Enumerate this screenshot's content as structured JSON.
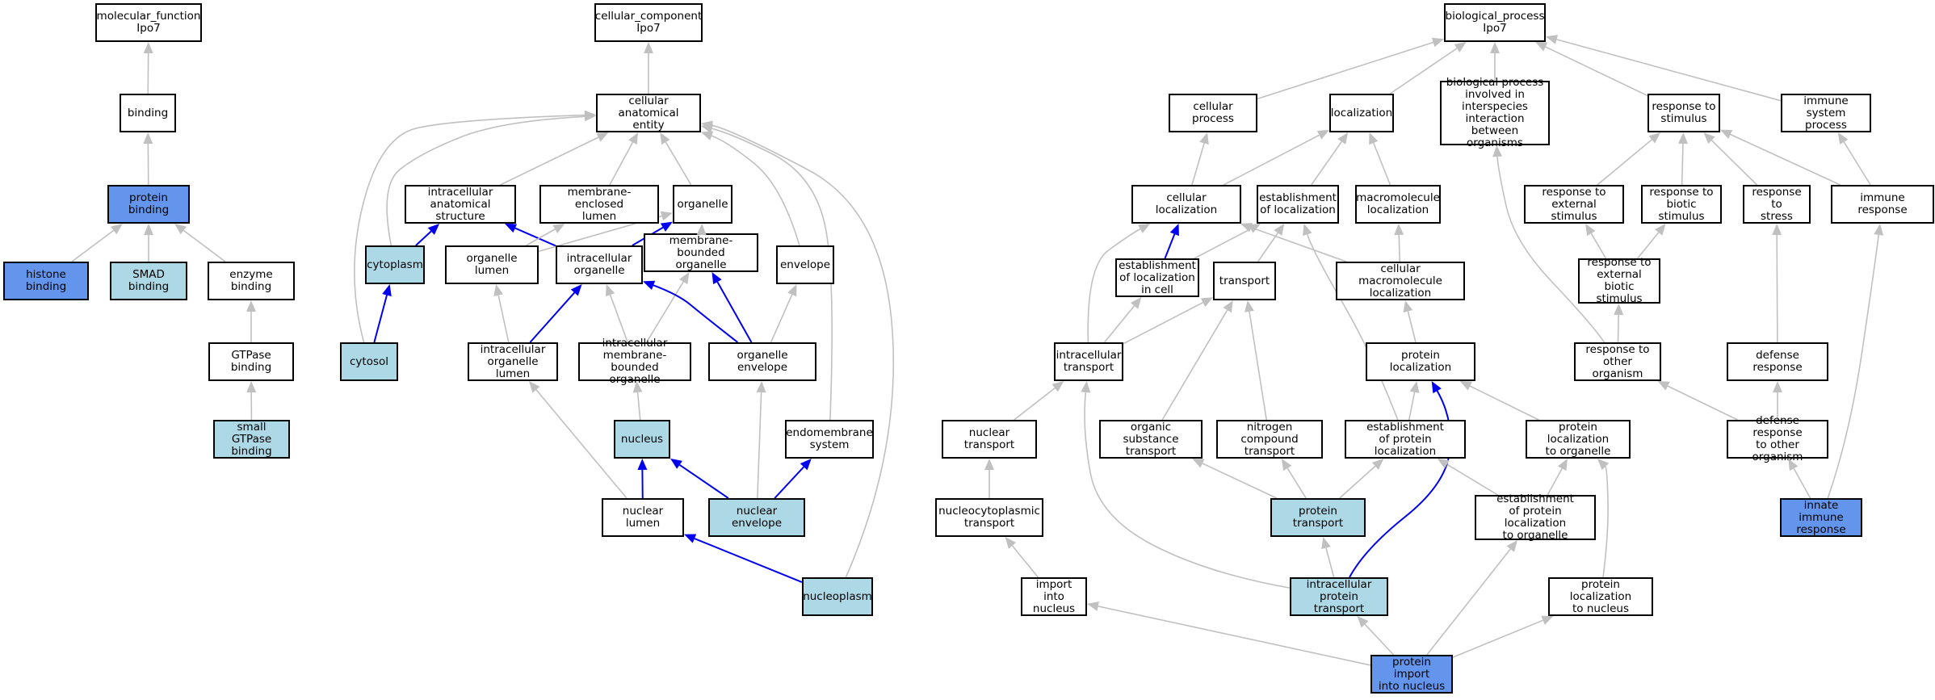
{
  "colors": {
    "edge_gray": "#c0c0c0",
    "edge_blue": "#0000ee",
    "highlight_light": "#add8e6",
    "highlight_dark": "#6495ed",
    "node_border": "#000000",
    "node_fill": "#ffffff"
  },
  "nodes": [
    {
      "id": "mf",
      "label": "molecular_function\nIpo7",
      "style": "plain"
    },
    {
      "id": "binding",
      "label": "binding",
      "style": "plain"
    },
    {
      "id": "protein_binding",
      "label": "protein binding",
      "style": "dark"
    },
    {
      "id": "histone_binding",
      "label": "histone binding",
      "style": "dark"
    },
    {
      "id": "smad_binding",
      "label": "SMAD binding",
      "style": "light"
    },
    {
      "id": "enzyme_binding",
      "label": "enzyme binding",
      "style": "plain"
    },
    {
      "id": "gtpase_binding",
      "label": "GTPase binding",
      "style": "plain"
    },
    {
      "id": "small_gtpase_binding",
      "label": "small GTPase\nbinding",
      "style": "light"
    },
    {
      "id": "cc",
      "label": "cellular_component\nIpo7",
      "style": "plain"
    },
    {
      "id": "cae",
      "label": "cellular anatomical\nentity",
      "style": "plain"
    },
    {
      "id": "ias",
      "label": "intracellular\nanatomical structure",
      "style": "plain"
    },
    {
      "id": "mel",
      "label": "membrane-enclosed\nlumen",
      "style": "plain"
    },
    {
      "id": "organelle",
      "label": "organelle",
      "style": "plain"
    },
    {
      "id": "cytoplasm",
      "label": "cytoplasm",
      "style": "light"
    },
    {
      "id": "organelle_lumen",
      "label": "organelle lumen",
      "style": "plain"
    },
    {
      "id": "io",
      "label": "intracellular\norganelle",
      "style": "plain"
    },
    {
      "id": "mbo",
      "label": "membrane-bounded\norganelle",
      "style": "plain"
    },
    {
      "id": "envelope",
      "label": "envelope",
      "style": "plain"
    },
    {
      "id": "cytosol",
      "label": "cytosol",
      "style": "light"
    },
    {
      "id": "iol",
      "label": "intracellular\norganelle lumen",
      "style": "plain"
    },
    {
      "id": "imbo",
      "label": "intracellular\nmembrane-bounded\norganelle",
      "style": "plain"
    },
    {
      "id": "oe",
      "label": "organelle envelope",
      "style": "plain"
    },
    {
      "id": "nucleus",
      "label": "nucleus",
      "style": "light"
    },
    {
      "id": "ems",
      "label": "endomembrane\nsystem",
      "style": "plain"
    },
    {
      "id": "nuclear_lumen",
      "label": "nuclear lumen",
      "style": "plain"
    },
    {
      "id": "nuclear_envelope",
      "label": "nuclear envelope",
      "style": "light"
    },
    {
      "id": "nucleoplasm",
      "label": "nucleoplasm",
      "style": "light"
    },
    {
      "id": "bp",
      "label": "biological_process\nIpo7",
      "style": "plain"
    },
    {
      "id": "cellular_process",
      "label": "cellular process",
      "style": "plain"
    },
    {
      "id": "localization",
      "label": "localization",
      "style": "plain"
    },
    {
      "id": "bpii",
      "label": "biological process\ninvolved in\ninterspecies\ninteraction\nbetween organisms",
      "style": "plain"
    },
    {
      "id": "rts",
      "label": "response to\nstimulus",
      "style": "plain"
    },
    {
      "id": "isp",
      "label": "immune system\nprocess",
      "style": "plain"
    },
    {
      "id": "cell_loc",
      "label": "cellular localization",
      "style": "plain"
    },
    {
      "id": "eol",
      "label": "establishment\nof localization",
      "style": "plain"
    },
    {
      "id": "macro_loc",
      "label": "macromolecule\nlocalization",
      "style": "plain"
    },
    {
      "id": "rtes",
      "label": "response to\nexternal stimulus",
      "style": "plain"
    },
    {
      "id": "rtbs",
      "label": "response to\nbiotic stimulus",
      "style": "plain"
    },
    {
      "id": "rtstress",
      "label": "response to\nstress",
      "style": "plain"
    },
    {
      "id": "immune_response",
      "label": "immune response",
      "style": "plain"
    },
    {
      "id": "eolic",
      "label": "establishment\nof localization\nin cell",
      "style": "plain"
    },
    {
      "id": "transport",
      "label": "transport",
      "style": "plain"
    },
    {
      "id": "cml",
      "label": "cellular macromolecule\nlocalization",
      "style": "plain"
    },
    {
      "id": "rtebs",
      "label": "response to\nexternal biotic\nstimulus",
      "style": "plain"
    },
    {
      "id": "int_transport",
      "label": "intracellular\ntransport",
      "style": "plain"
    },
    {
      "id": "prot_loc",
      "label": "protein localization",
      "style": "plain"
    },
    {
      "id": "rtoo",
      "label": "response to\nother organism",
      "style": "plain"
    },
    {
      "id": "defense",
      "label": "defense response",
      "style": "plain"
    },
    {
      "id": "nuc_transport",
      "label": "nuclear transport",
      "style": "plain"
    },
    {
      "id": "ost",
      "label": "organic substance\ntransport",
      "style": "plain"
    },
    {
      "id": "nct",
      "label": "nitrogen compound\ntransport",
      "style": "plain"
    },
    {
      "id": "eopl",
      "label": "establishment\nof protein localization",
      "style": "plain"
    },
    {
      "id": "pl_org",
      "label": "protein localization\nto organelle",
      "style": "plain"
    },
    {
      "id": "drtoo",
      "label": "defense response\nto other organism",
      "style": "plain"
    },
    {
      "id": "ncp_transport",
      "label": "nucleocytoplasmic\ntransport",
      "style": "plain"
    },
    {
      "id": "prot_transport",
      "label": "protein transport",
      "style": "light"
    },
    {
      "id": "eopl_org",
      "label": "establishment\nof protein localization\nto organelle",
      "style": "plain"
    },
    {
      "id": "innate",
      "label": "innate immune\nresponse",
      "style": "dark"
    },
    {
      "id": "import_nuc",
      "label": "import into\nnucleus",
      "style": "plain"
    },
    {
      "id": "ipt",
      "label": "intracellular\nprotein transport",
      "style": "light"
    },
    {
      "id": "pl_nuc",
      "label": "protein localization\nto nucleus",
      "style": "plain"
    },
    {
      "id": "pin",
      "label": "protein import\ninto nucleus",
      "style": "dark"
    }
  ],
  "edges": [
    {
      "from": "binding",
      "to": "mf",
      "color": "gray"
    },
    {
      "from": "protein_binding",
      "to": "binding",
      "color": "gray"
    },
    {
      "from": "histone_binding",
      "to": "protein_binding",
      "color": "gray"
    },
    {
      "from": "smad_binding",
      "to": "protein_binding",
      "color": "gray"
    },
    {
      "from": "enzyme_binding",
      "to": "protein_binding",
      "color": "gray"
    },
    {
      "from": "gtpase_binding",
      "to": "enzyme_binding",
      "color": "gray"
    },
    {
      "from": "small_gtpase_binding",
      "to": "gtpase_binding",
      "color": "gray"
    },
    {
      "from": "cae",
      "to": "cc",
      "color": "gray"
    },
    {
      "from": "ias",
      "to": "cae",
      "color": "gray"
    },
    {
      "from": "mel",
      "to": "cae",
      "color": "gray"
    },
    {
      "from": "organelle",
      "to": "cae",
      "color": "gray"
    },
    {
      "from": "cytoplasm",
      "to": "cae",
      "color": "gray"
    },
    {
      "from": "envelope",
      "to": "cae",
      "color": "gray"
    },
    {
      "from": "cytosol",
      "to": "cae",
      "color": "gray"
    },
    {
      "from": "ems",
      "to": "cae",
      "color": "gray"
    },
    {
      "from": "nucleoplasm",
      "to": "cae",
      "color": "gray"
    },
    {
      "from": "cytoplasm",
      "to": "ias",
      "color": "blue"
    },
    {
      "from": "io",
      "to": "ias",
      "color": "blue"
    },
    {
      "from": "io",
      "to": "organelle",
      "color": "blue"
    },
    {
      "from": "cytosol",
      "to": "cytoplasm",
      "color": "blue"
    },
    {
      "from": "organelle_lumen",
      "to": "mel",
      "color": "gray"
    },
    {
      "from": "organelle_lumen",
      "to": "organelle",
      "color": "gray"
    },
    {
      "from": "mbo",
      "to": "organelle",
      "color": "gray"
    },
    {
      "from": "iol",
      "to": "organelle_lumen",
      "color": "gray"
    },
    {
      "from": "iol",
      "to": "io",
      "color": "blue"
    },
    {
      "from": "imbo",
      "to": "io",
      "color": "gray"
    },
    {
      "from": "imbo",
      "to": "mbo",
      "color": "gray"
    },
    {
      "from": "oe",
      "to": "io",
      "color": "blue"
    },
    {
      "from": "oe",
      "to": "mbo",
      "color": "blue"
    },
    {
      "from": "oe",
      "to": "envelope",
      "color": "gray"
    },
    {
      "from": "nucleus",
      "to": "imbo",
      "color": "gray"
    },
    {
      "from": "nuclear_lumen",
      "to": "nucleus",
      "color": "blue"
    },
    {
      "from": "nuclear_lumen",
      "to": "iol",
      "color": "gray"
    },
    {
      "from": "nuclear_envelope",
      "to": "nucleus",
      "color": "blue"
    },
    {
      "from": "nuclear_envelope",
      "to": "oe",
      "color": "gray"
    },
    {
      "from": "nuclear_envelope",
      "to": "ems",
      "color": "blue"
    },
    {
      "from": "nucleoplasm",
      "to": "nuclear_lumen",
      "color": "blue"
    },
    {
      "from": "cellular_process",
      "to": "bp",
      "color": "gray"
    },
    {
      "from": "localization",
      "to": "bp",
      "color": "gray"
    },
    {
      "from": "bpii",
      "to": "bp",
      "color": "gray"
    },
    {
      "from": "rts",
      "to": "bp",
      "color": "gray"
    },
    {
      "from": "isp",
      "to": "bp",
      "color": "gray"
    },
    {
      "from": "cell_loc",
      "to": "cellular_process",
      "color": "gray"
    },
    {
      "from": "cell_loc",
      "to": "localization",
      "color": "gray"
    },
    {
      "from": "eol",
      "to": "localization",
      "color": "gray"
    },
    {
      "from": "macro_loc",
      "to": "localization",
      "color": "gray"
    },
    {
      "from": "rtes",
      "to": "rts",
      "color": "gray"
    },
    {
      "from": "rtbs",
      "to": "rts",
      "color": "gray"
    },
    {
      "from": "rtstress",
      "to": "rts",
      "color": "gray"
    },
    {
      "from": "immune_response",
      "to": "rts",
      "color": "gray"
    },
    {
      "from": "immune_response",
      "to": "isp",
      "color": "gray"
    },
    {
      "from": "eolic",
      "to": "cell_loc",
      "color": "blue"
    },
    {
      "from": "eolic",
      "to": "eol",
      "color": "gray"
    },
    {
      "from": "transport",
      "to": "eol",
      "color": "gray"
    },
    {
      "from": "cml",
      "to": "cell_loc",
      "color": "gray"
    },
    {
      "from": "cml",
      "to": "macro_loc",
      "color": "gray"
    },
    {
      "from": "rtebs",
      "to": "rtes",
      "color": "gray"
    },
    {
      "from": "rtebs",
      "to": "rtbs",
      "color": "gray"
    },
    {
      "from": "int_transport",
      "to": "cell_loc",
      "color": "gray"
    },
    {
      "from": "int_transport",
      "to": "eolic",
      "color": "gray"
    },
    {
      "from": "int_transport",
      "to": "transport",
      "color": "gray"
    },
    {
      "from": "prot_loc",
      "to": "cml",
      "color": "gray"
    },
    {
      "from": "rtoo",
      "to": "rtebs",
      "color": "gray"
    },
    {
      "from": "rtoo",
      "to": "bpii",
      "color": "gray"
    },
    {
      "from": "defense",
      "to": "rtstress",
      "color": "gray"
    },
    {
      "from": "nuc_transport",
      "to": "int_transport",
      "color": "gray"
    },
    {
      "from": "ost",
      "to": "transport",
      "color": "gray"
    },
    {
      "from": "nct",
      "to": "transport",
      "color": "gray"
    },
    {
      "from": "eopl",
      "to": "prot_loc",
      "color": "gray"
    },
    {
      "from": "eopl",
      "to": "eol",
      "color": "gray"
    },
    {
      "from": "pl_org",
      "to": "prot_loc",
      "color": "gray"
    },
    {
      "from": "drtoo",
      "to": "rtoo",
      "color": "gray"
    },
    {
      "from": "drtoo",
      "to": "defense",
      "color": "gray"
    },
    {
      "from": "ncp_transport",
      "to": "nuc_transport",
      "color": "gray"
    },
    {
      "from": "prot_transport",
      "to": "ost",
      "color": "gray"
    },
    {
      "from": "prot_transport",
      "to": "nct",
      "color": "gray"
    },
    {
      "from": "prot_transport",
      "to": "eopl",
      "color": "gray"
    },
    {
      "from": "eopl_org",
      "to": "eopl",
      "color": "gray"
    },
    {
      "from": "eopl_org",
      "to": "pl_org",
      "color": "gray"
    },
    {
      "from": "innate",
      "to": "drtoo",
      "color": "gray"
    },
    {
      "from": "innate",
      "to": "immune_response",
      "color": "gray"
    },
    {
      "from": "import_nuc",
      "to": "ncp_transport",
      "color": "gray"
    },
    {
      "from": "ipt",
      "to": "prot_transport",
      "color": "gray"
    },
    {
      "from": "ipt",
      "to": "int_transport",
      "color": "gray"
    },
    {
      "from": "ipt",
      "to": "prot_loc",
      "color": "blue"
    },
    {
      "from": "pl_nuc",
      "to": "pl_org",
      "color": "gray"
    },
    {
      "from": "pin",
      "to": "import_nuc",
      "color": "gray"
    },
    {
      "from": "pin",
      "to": "ipt",
      "color": "gray"
    },
    {
      "from": "pin",
      "to": "eopl_org",
      "color": "gray"
    },
    {
      "from": "pin",
      "to": "pl_nuc",
      "color": "gray"
    }
  ]
}
